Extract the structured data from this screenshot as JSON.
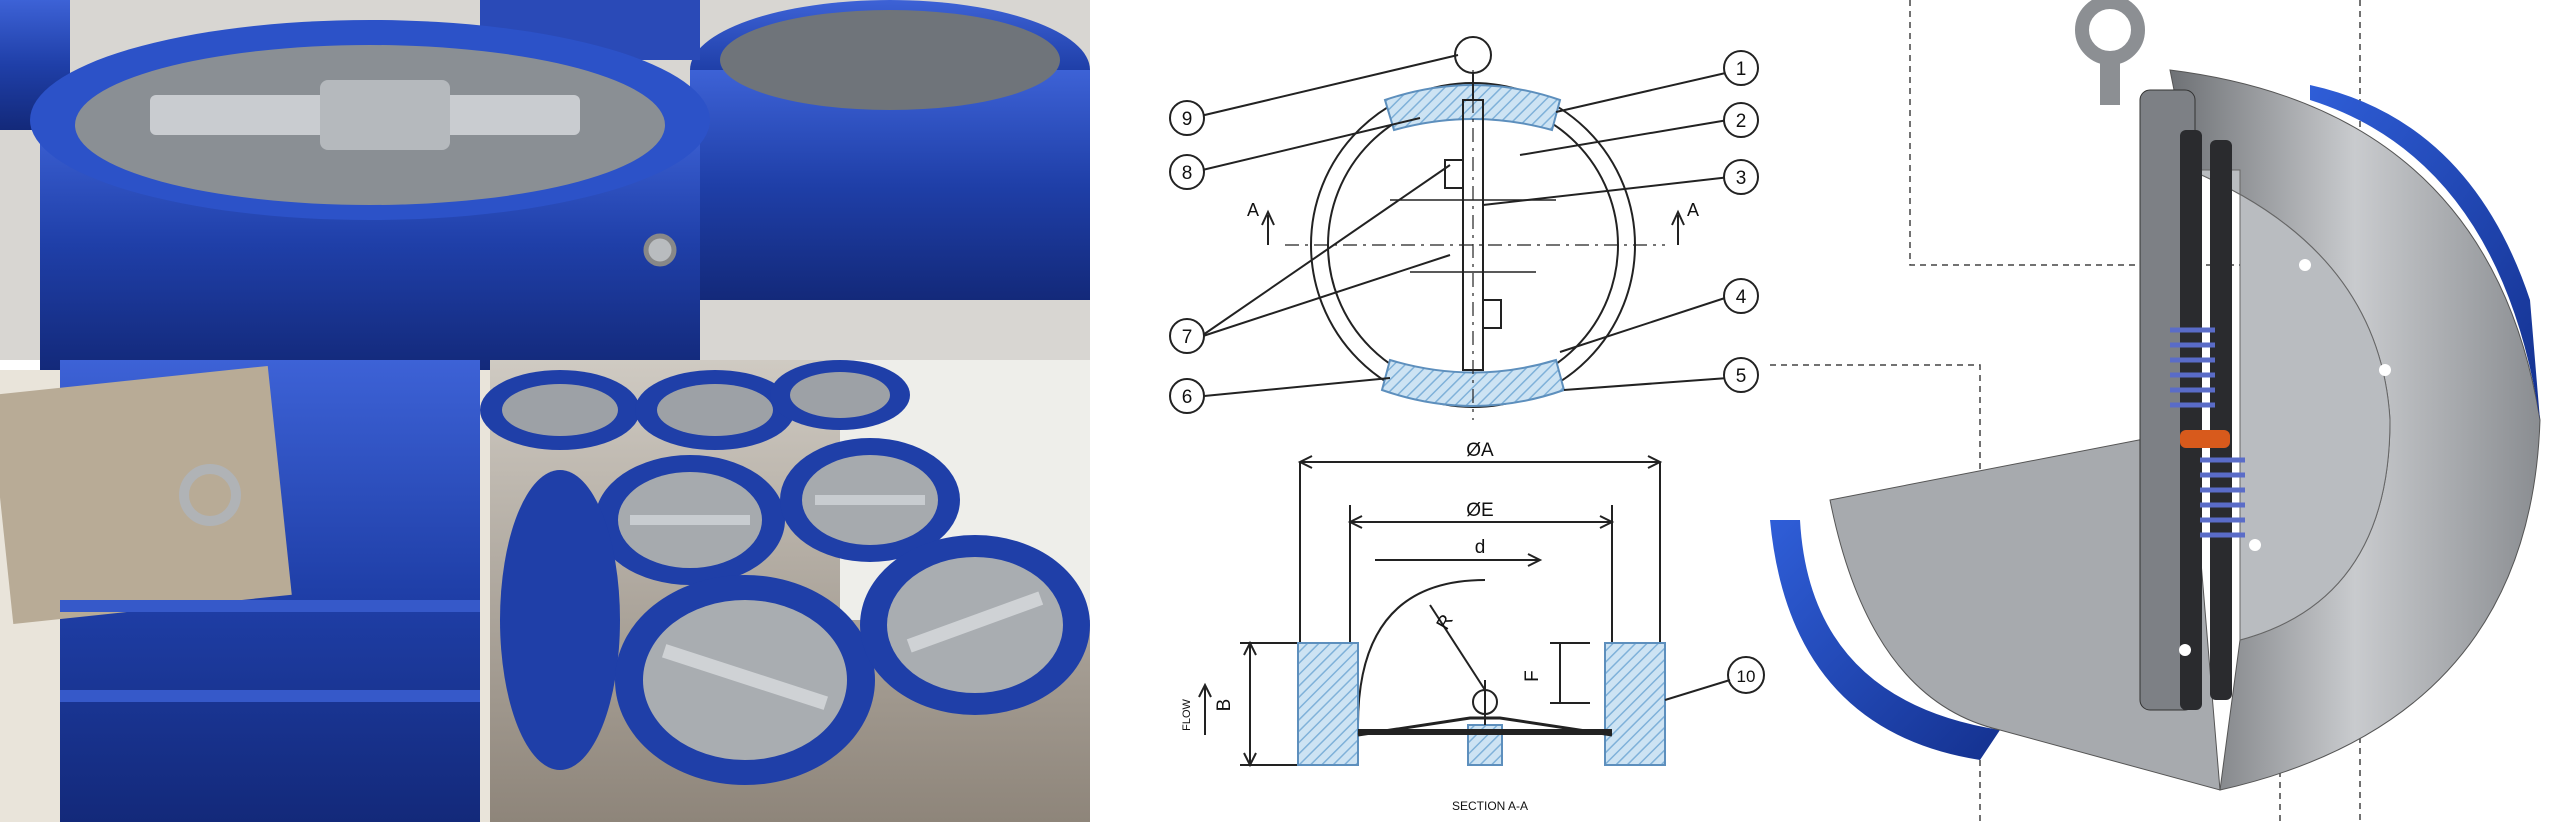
{
  "drawing": {
    "callouts": [
      "1",
      "2",
      "3",
      "4",
      "5",
      "6",
      "7",
      "8",
      "9",
      "10"
    ],
    "section_marks": {
      "left": "A",
      "right": "A"
    },
    "dimensions": {
      "dia_a": "ØA",
      "dia_e": "ØE",
      "d": "d",
      "r": "R",
      "f": "F",
      "b": "B"
    },
    "flow_label": "FLOW",
    "section_title": "SECTION A-A"
  },
  "colors": {
    "valve_blue": "#1f3fa8",
    "metal_grey": "#a9acb0",
    "hatch_blue": "#9ec8e6"
  }
}
